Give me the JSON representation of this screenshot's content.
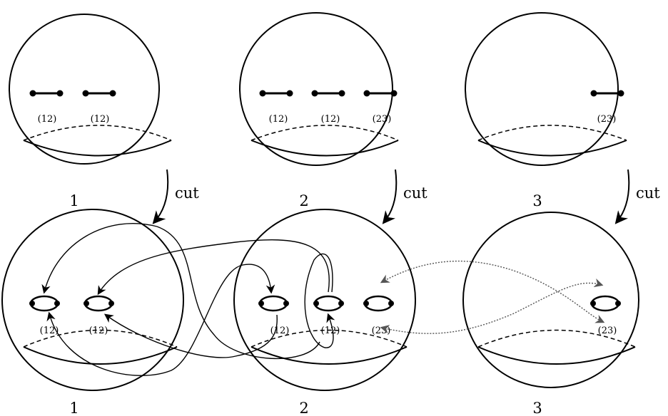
{
  "figure": {
    "arrow_label": "cut",
    "sphere_numbers": [
      "1",
      "2",
      "3"
    ],
    "top_row": [
      {
        "number": "1",
        "cut_labels": [
          "(12)",
          "(12)"
        ]
      },
      {
        "number": "2",
        "cut_labels": [
          "(12)",
          "(12)",
          "(23)"
        ]
      },
      {
        "number": "3",
        "cut_labels": [
          "(23)"
        ]
      }
    ],
    "bottom_row": [
      {
        "number": "1",
        "hole_labels": [
          "(12)",
          "(12)"
        ]
      },
      {
        "number": "2",
        "hole_labels": [
          "(12)",
          "(12)",
          "(23)"
        ]
      },
      {
        "number": "3",
        "hole_labels": [
          "(23)"
        ]
      }
    ]
  }
}
